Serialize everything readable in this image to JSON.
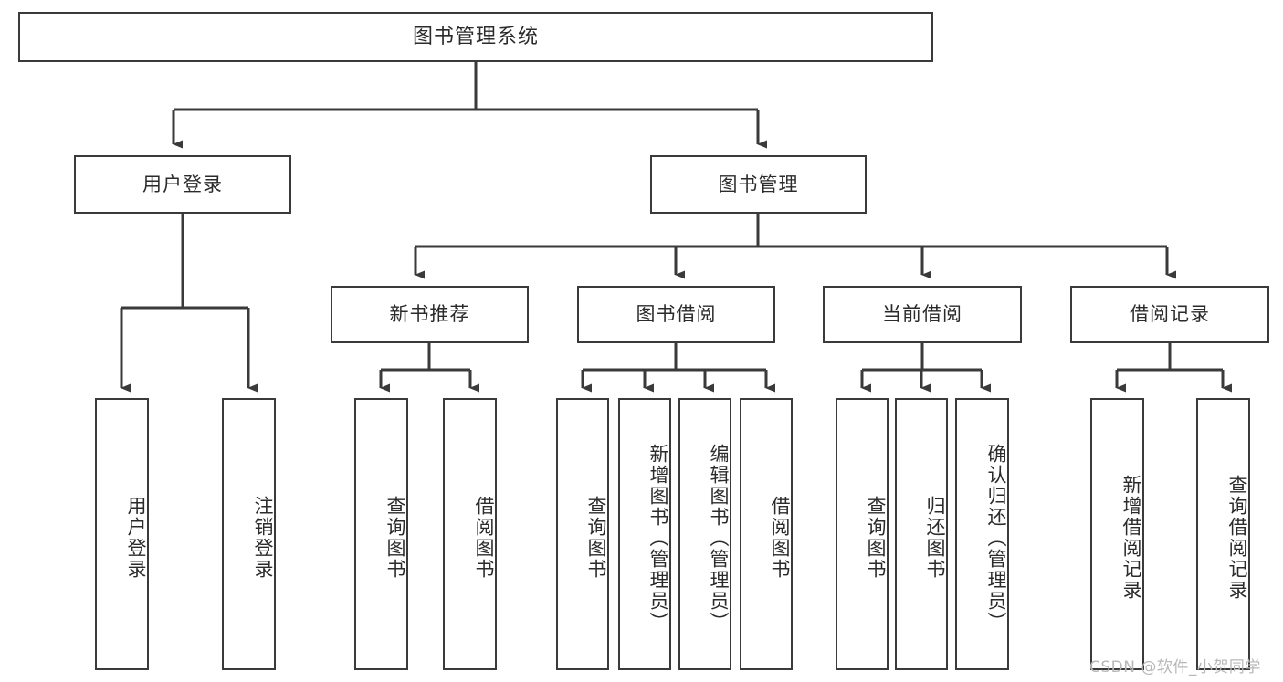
{
  "diagram": {
    "type": "hierarchy-tree",
    "title": "图书管理系统",
    "levels": 4,
    "colors": {
      "box_border": "#3a3a3a",
      "box_fill": "#ffffff",
      "connector": "#3a3a3a",
      "text": "#2b2b2b",
      "background": "#ffffff",
      "watermark": "#b8b8b8"
    }
  },
  "nodes": {
    "root": {
      "label": "图书管理系统"
    },
    "level2": [
      {
        "id": "user-login",
        "label": "用户登录"
      },
      {
        "id": "book-manage",
        "label": "图书管理"
      }
    ],
    "level3": [
      {
        "id": "new-book-recommend",
        "label": "新书推荐"
      },
      {
        "id": "book-borrow",
        "label": "图书借阅"
      },
      {
        "id": "current-borrow",
        "label": "当前借阅"
      },
      {
        "id": "borrow-record",
        "label": "借阅记录"
      }
    ],
    "leaves": {
      "user_login": [
        {
          "id": "leaf-user-login",
          "label": "用户登录"
        },
        {
          "id": "leaf-logout-login",
          "label": "注销登录"
        }
      ],
      "new_book_recommend": [
        {
          "id": "leaf-query-book-1",
          "label": "查询图书"
        },
        {
          "id": "leaf-borrow-book-1",
          "label": "借阅图书"
        }
      ],
      "book_borrow": [
        {
          "id": "leaf-query-book-2",
          "label": "查询图书"
        },
        {
          "id": "leaf-add-book",
          "label": "新增图书（管理员）"
        },
        {
          "id": "leaf-edit-book",
          "label": "编辑图书（管理员）"
        },
        {
          "id": "leaf-borrow-book-2",
          "label": "借阅图书"
        }
      ],
      "current_borrow": [
        {
          "id": "leaf-query-book-3",
          "label": "查询图书"
        },
        {
          "id": "leaf-return-book",
          "label": "归还图书"
        },
        {
          "id": "leaf-confirm-return",
          "label": "确认归还（管理员）"
        }
      ],
      "borrow_record": [
        {
          "id": "leaf-add-record",
          "label": "新增借阅记录"
        },
        {
          "id": "leaf-query-record",
          "label": "查询借阅记录"
        }
      ]
    }
  },
  "watermark": {
    "text": "CSDN @软件_小贺同学"
  }
}
